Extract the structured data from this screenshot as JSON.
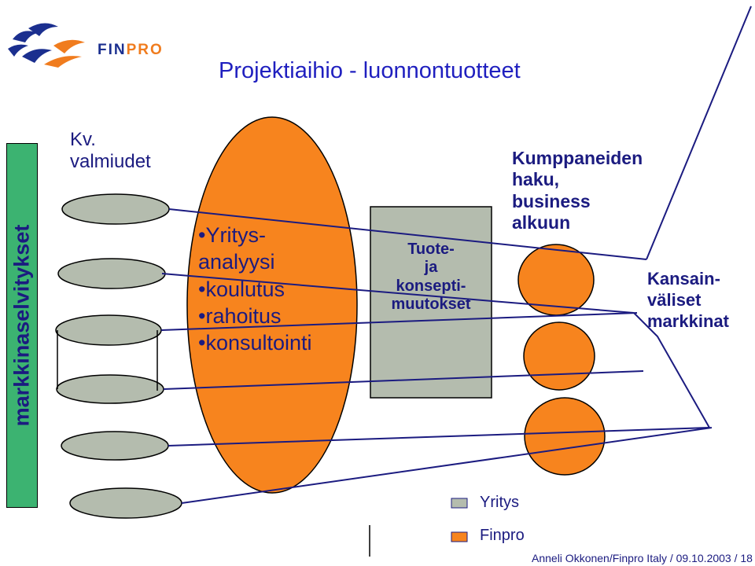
{
  "header": {
    "title": "Projektiaihio - luonnontuotteet",
    "brand_prefix": "FIN",
    "brand_suffix": "PRO"
  },
  "left_column": {
    "vertical_label": "markkinaselvitykset",
    "kv_label_line1": "Kv.",
    "kv_label_line2": "valmiudet"
  },
  "big_oval": {
    "items": [
      "•Yritys-",
      "analyysi",
      "•koulutus",
      "•rahoitus",
      "•konsultointi"
    ]
  },
  "product_box": {
    "lines": [
      "Tuote-",
      "ja",
      "konsepti-",
      "muutokset"
    ]
  },
  "partners": {
    "lines": [
      "Kumppaneiden",
      "haku,",
      "business",
      "alkuun"
    ]
  },
  "markets": {
    "lines": [
      "Kansain-",
      "väliset",
      "markkinat"
    ]
  },
  "legend": [
    {
      "label": "Yritys",
      "color": "#aeb8a8"
    },
    {
      "label": "Finpro",
      "color": "#f7841e"
    }
  ],
  "footer": {
    "text": "Anneli Okkonen/Finpro Italy  / 09.10.2003 / 18"
  },
  "colors": {
    "orange": "#f7841e",
    "green": "#3cb371",
    "grey": "#b4bcae",
    "navy": "#1b1b80"
  }
}
